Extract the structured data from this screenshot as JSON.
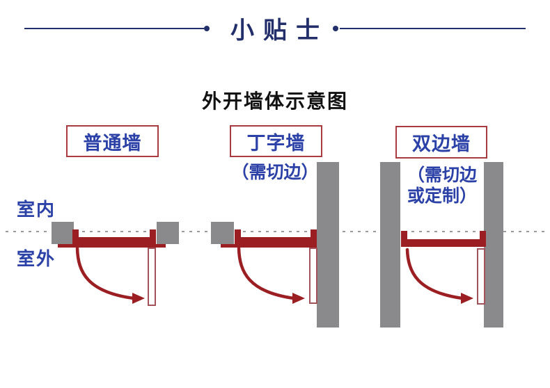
{
  "header": {
    "title": "小贴士"
  },
  "diagram": {
    "title": "外开墙体示意图",
    "indoor_label": "室内",
    "outdoor_label": "室外",
    "panels": [
      {
        "label": "普通墙",
        "note": ""
      },
      {
        "label": "丁字墙",
        "note": "（需切边）"
      },
      {
        "label": "双边墙",
        "note": "（需切边\n或定制）"
      }
    ]
  },
  "colors": {
    "navy_title": "#232f6b",
    "label_blue": "#2b41a7",
    "box_border_red": "#a93a40",
    "frame_dark_red": "#9b1f22",
    "door_outline_red": "#a4525a",
    "wall_gray": "#8a8a8c",
    "divider_gray": "#9a9a9a",
    "background": "#ffffff"
  },
  "icons": {
    "swing_arrow": "curved-arrow-icon",
    "divider_dots": "dot-icon"
  }
}
